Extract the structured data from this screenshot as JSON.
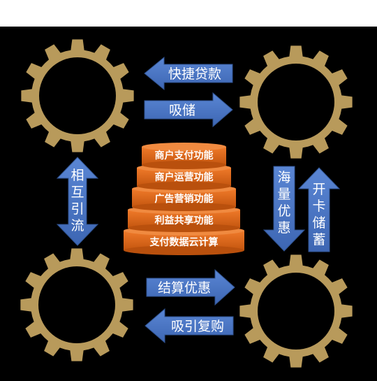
{
  "colors": {
    "background": "#000000",
    "gear": "#B89A5B",
    "arrow": "#4472C4",
    "arrow_edge": "#2F528F",
    "layer": "#E06A1F",
    "layer_top": "#F08A40"
  },
  "arrows": {
    "top_left": "快捷贷款",
    "top_right": "吸储",
    "bottom_right": "结算优惠",
    "bottom_left": "吸引复购",
    "left_vertical": [
      "相",
      "互",
      "引",
      "流"
    ],
    "right_down": [
      "海",
      "量",
      "优",
      "惠"
    ],
    "right_up": [
      "开",
      "卡",
      "储",
      "蓄"
    ]
  },
  "stack": [
    "商户支付功能",
    "商户运营功能",
    "广告营销功能",
    "利益共享功能",
    "支付数据云计算"
  ]
}
